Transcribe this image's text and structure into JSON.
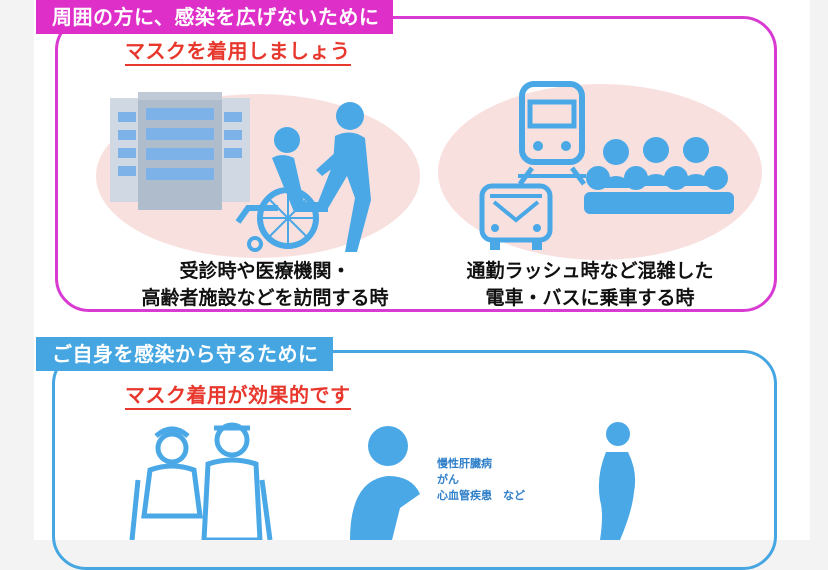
{
  "section1": {
    "banner": "周囲の方に、感染を広げないために",
    "headline": "マスクを着用しましょう",
    "scene_left": {
      "caption_line1": "受診時や医療機関・",
      "caption_line2": "高齢者施設などを訪問する時"
    },
    "scene_right": {
      "caption_line1": "通勤ラッシュ時など混雑した",
      "caption_line2": "電車・バスに乗車する時"
    }
  },
  "section2": {
    "banner": "ご自身を感染から守るために",
    "headline": "マスク着用が効果的です",
    "conditions": {
      "line1": "慢性肝臓病",
      "line2": "がん",
      "line3": "心血管疾患　など"
    }
  },
  "colors": {
    "pink": "#de2fc8",
    "blue": "#45a6e2",
    "icon_blue": "#4aa8e6",
    "red": "#e8372c",
    "blob": "#f8e0df"
  },
  "icons": [
    "hospital-icon",
    "wheelchair-icon",
    "caregiver-icon",
    "train-icon",
    "bus-icon",
    "crowd-icon",
    "elderly-couple-icon",
    "person-with-condition-icon",
    "pregnant-woman-icon"
  ]
}
